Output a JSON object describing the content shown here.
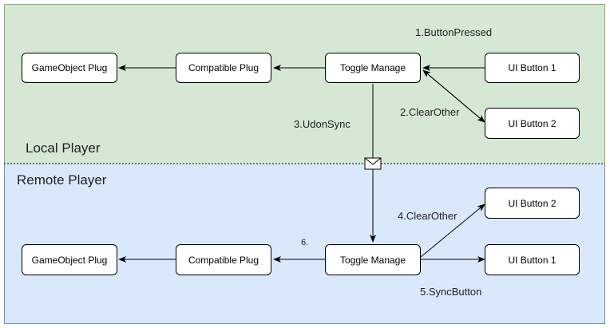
{
  "regions": {
    "local": {
      "label": "Local Player",
      "fill": "#d5e8d4",
      "stroke": "#82b366"
    },
    "remote": {
      "label": "Remote Player",
      "fill": "#dae8fc",
      "stroke": "#6c8ebf"
    }
  },
  "nodes": {
    "local_gameobject_plug": "GameObject Plug",
    "local_compatible_plug": "Compatible Plug",
    "local_toggle_manage": "Toggle Manage",
    "local_ui_button_1": "UI Button 1",
    "local_ui_button_2": "UI Button 2",
    "remote_gameobject_plug": "GameObject Plug",
    "remote_compatible_plug": "Compatible Plug",
    "remote_toggle_manage": "Toggle Manage",
    "remote_ui_button_2": "UI Button 2",
    "remote_ui_button_1": "UI Button 1"
  },
  "edge_labels": {
    "button_pressed": "1.ButtonPressed",
    "clear_other_local": "2.ClearOther",
    "udon_sync": "3.UdonSync",
    "clear_other_remote": "4.ClearOther",
    "sync_button": "5.SyncButton",
    "step_6": "6."
  },
  "icons": {
    "message": "envelope-icon"
  }
}
